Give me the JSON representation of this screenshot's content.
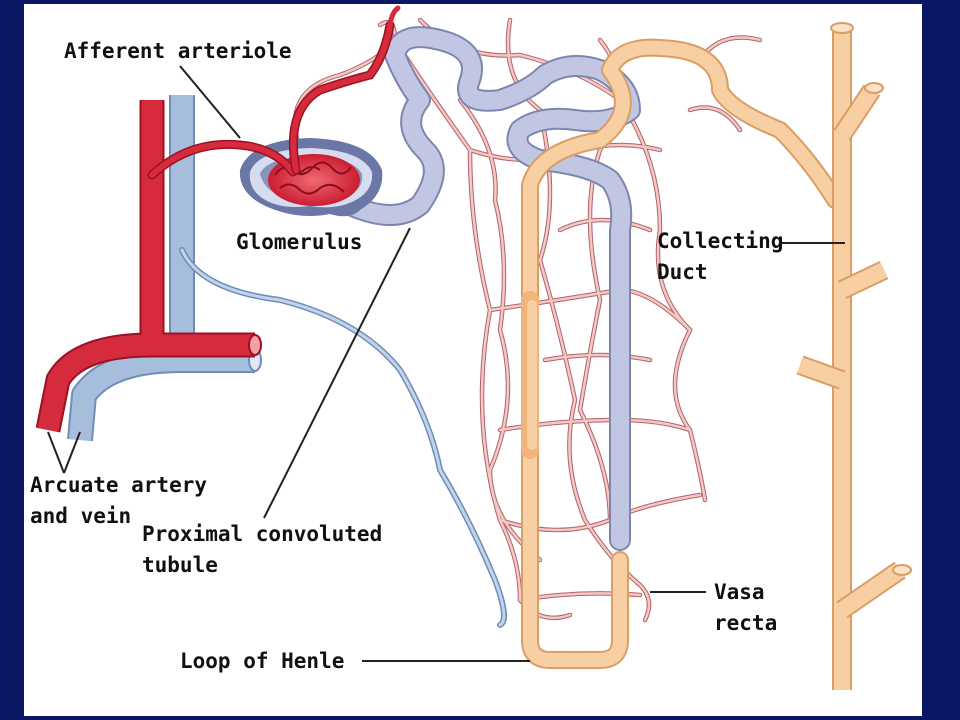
{
  "labels": {
    "afferent_arteriole": "Afferent arteriole",
    "glomerulus": "Glomerulus",
    "collecting_duct_1": "Collecting",
    "collecting_duct_2": "Duct",
    "arcuate_1": "Arcuate artery",
    "arcuate_2": "and vein",
    "proximal_1": "Proximal convoluted",
    "proximal_2": "tubule",
    "vasa_recta_1": "Vasa",
    "vasa_recta_2": "recta",
    "loop_of_henle": "Loop of Henle"
  },
  "colors": {
    "background_border": "#0b1763",
    "artery": "#d42a3c",
    "vein": "#9bb3d4",
    "tubule": "#f6c79a",
    "capillary": "#e6a6a0",
    "loop_descending": "#b7bedb"
  }
}
